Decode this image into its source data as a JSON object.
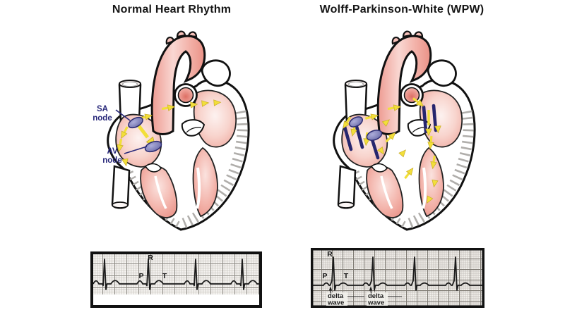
{
  "figure": {
    "panels": [
      {
        "id": "normal",
        "title": "Normal Heart Rhythm",
        "heart_labels": {
          "sa": {
            "line1": "SA",
            "line2": "node"
          },
          "av": {
            "line1": "AV",
            "line2": "node"
          }
        },
        "ecg": {
          "wave_labels": {
            "r": "R",
            "p": "P",
            "t": "T"
          }
        }
      },
      {
        "id": "wpw",
        "title": "Wolff-Parkinson-White (WPW)",
        "ecg": {
          "wave_labels": {
            "r": "R",
            "p": "P",
            "t": "T"
          },
          "delta": {
            "line1": "delta",
            "line2": "wave"
          }
        }
      }
    ],
    "colors": {
      "title_text": "#161616",
      "label_navy": "#28287a",
      "node_purple": "#8f8fc7",
      "accessory_pathway_navy": "#26266e",
      "conduction_yellow": "#f2df3a",
      "heart_pink": "#f2b3aa",
      "outline_black": "#111111",
      "ecg_trace": "#1b1b1b",
      "ecg_paper": "#f6f4f1",
      "ecg_grid_minor": "#c8c5bf",
      "ecg_grid_major": "#8d8a84"
    }
  }
}
